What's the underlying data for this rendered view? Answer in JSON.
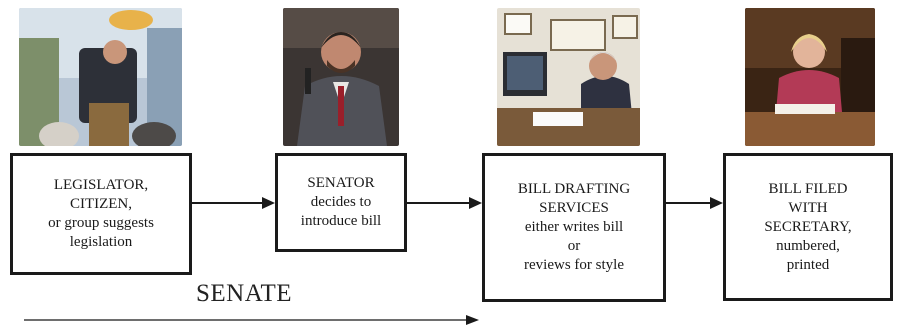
{
  "steps": [
    {
      "photo_name": "legislator-at-podium-photo",
      "lines": [
        "LEGISLATOR,",
        "CITIZEN,",
        "or group suggests",
        "legislation"
      ]
    },
    {
      "photo_name": "senator-speaking-photo",
      "lines": [
        "SENATOR",
        "decides to",
        "introduce bill"
      ]
    },
    {
      "photo_name": "bill-drafting-office-photo",
      "lines": [
        "BILL DRAFTING",
        "SERVICES",
        "either writes bill",
        "or",
        "reviews for style"
      ]
    },
    {
      "photo_name": "secretary-at-desk-photo",
      "lines": [
        "BILL FILED",
        "WITH",
        "SECRETARY,",
        "numbered,",
        "printed"
      ]
    }
  ],
  "footer": {
    "label": "SENATE"
  },
  "colors": {
    "line": "#1a1a1a",
    "arrow_gray": "#6e6e6e"
  }
}
